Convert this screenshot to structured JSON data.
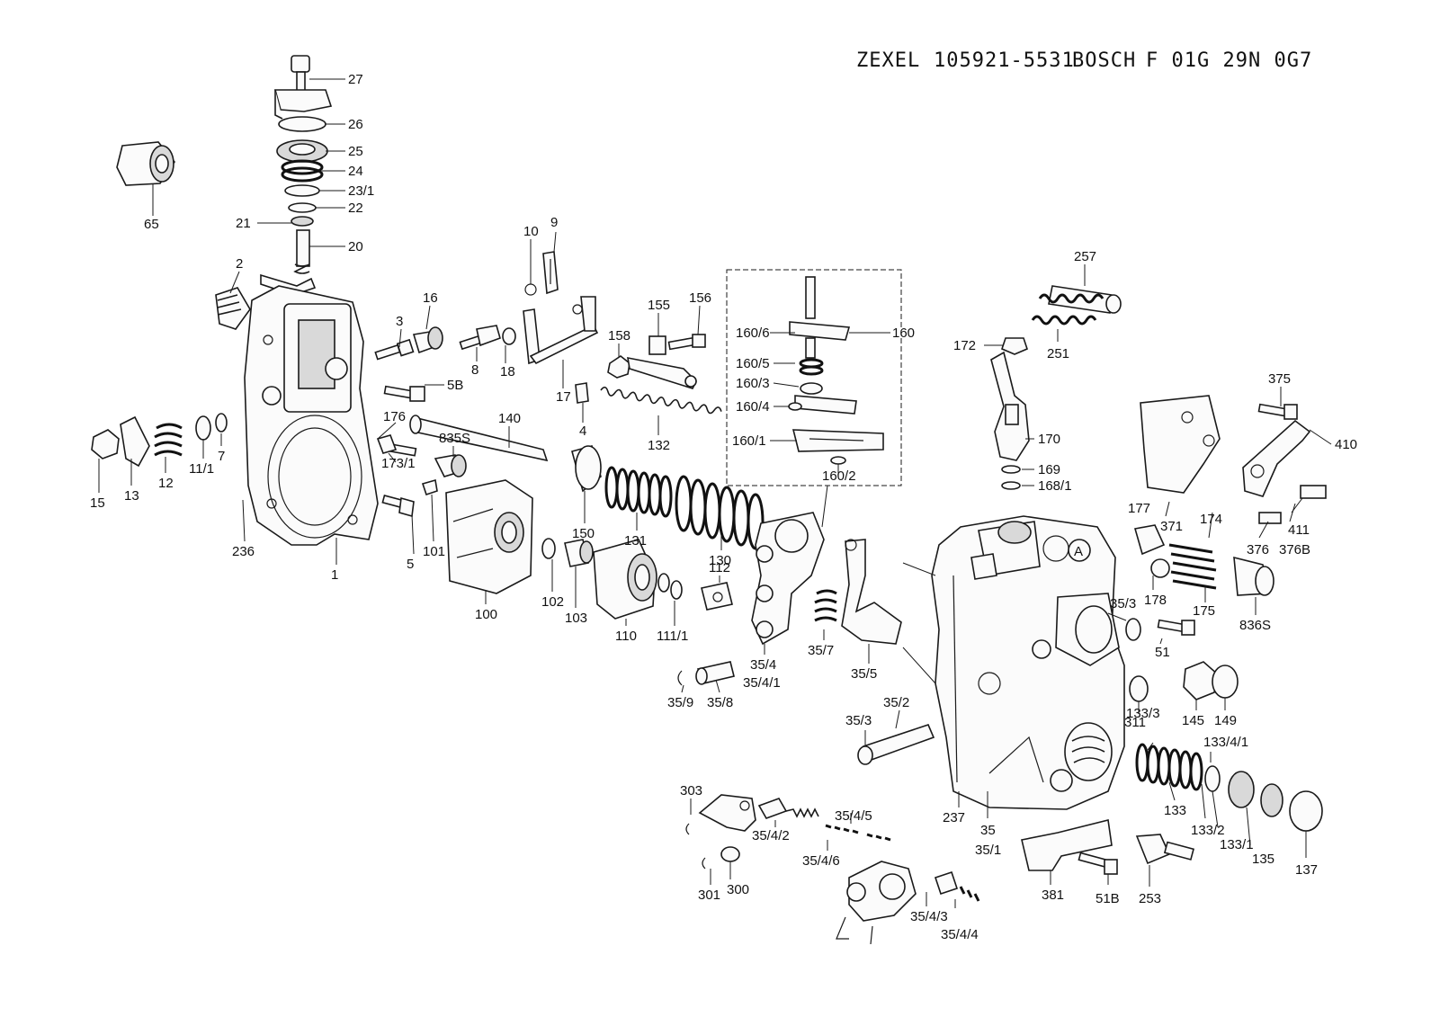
{
  "header": {
    "brand_1": "ZEXEL",
    "part_no_1": "105921-5531",
    "brand_2": "BOSCH",
    "part_no_2": "F 01G 29N 0G7"
  },
  "callouts": [
    "27",
    "26",
    "25",
    "24",
    "23/1",
    "22",
    "21",
    "20",
    "65",
    "2",
    "16",
    "3",
    "5B",
    "8",
    "18",
    "10",
    "9",
    "17",
    "4",
    "158",
    "155",
    "156",
    "132",
    "160",
    "160/6",
    "160/5",
    "160/3",
    "160/4",
    "160/1",
    "160/2",
    "257",
    "251",
    "172",
    "170",
    "169",
    "168/1",
    "375",
    "410",
    "411",
    "376",
    "376B",
    "371",
    "174",
    "177",
    "178",
    "175",
    "836S",
    "15",
    "13",
    "12",
    "11/1",
    "7",
    "176",
    "140",
    "835S",
    "173/1",
    "150",
    "131",
    "130",
    "236",
    "5",
    "101",
    "1",
    "100",
    "102",
    "103",
    "110",
    "111/1",
    "112",
    "35/9",
    "35/8",
    "35/4",
    "35/4/1",
    "35/7",
    "35/5",
    "35/2",
    "35/3",
    "35/3",
    "51",
    "145",
    "149",
    "311",
    "133/3",
    "133/4/1",
    "133",
    "133/2",
    "133/1",
    "135",
    "137",
    "237",
    "35",
    "35/1",
    "381",
    "51B",
    "253",
    "303",
    "301",
    "300",
    "35/4/2",
    "35/4/5",
    "35/4/6",
    "35/4/3",
    "35/4/4"
  ],
  "box_marker": "A"
}
